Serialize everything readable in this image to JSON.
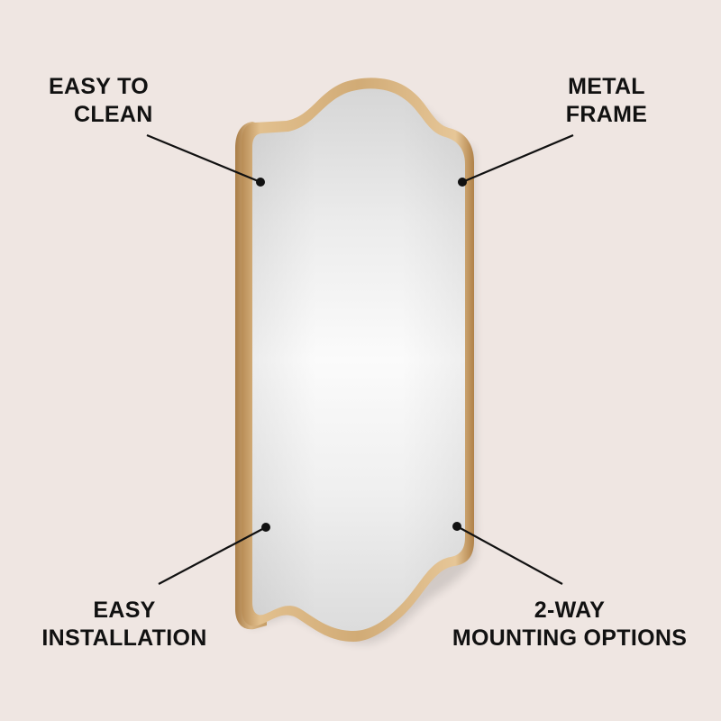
{
  "callouts": {
    "top_left": {
      "line1": "EASY TO",
      "line2": "CLEAN"
    },
    "top_right": {
      "line1": "METAL",
      "line2": "FRAME"
    },
    "bottom_left": {
      "line1": "EASY",
      "line2": "INSTALLATION"
    },
    "bottom_right": {
      "line1": "2-WAY",
      "line2": "MOUNTING OPTIONS"
    }
  },
  "colors": {
    "background": "#efe6e2",
    "frame": "#c9a26c",
    "text": "#111111"
  }
}
